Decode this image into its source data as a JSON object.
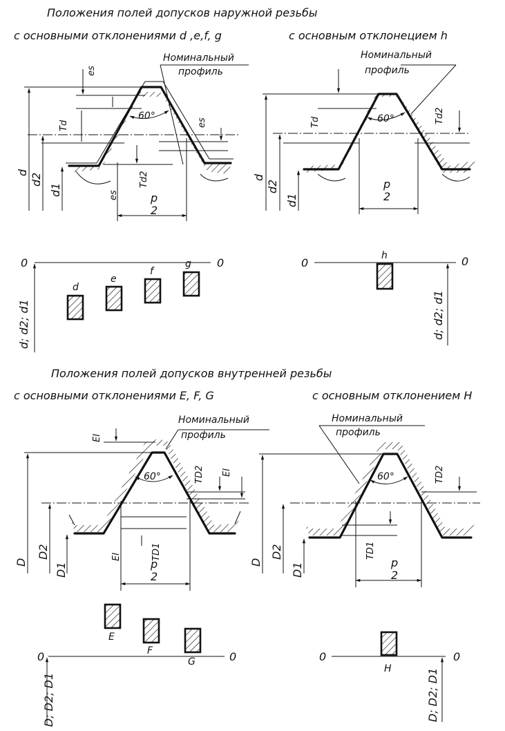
{
  "external": {
    "title": "Положения полей допусков наружной резьбы",
    "left_caption": "с основными отклонениями d ,e,f, g",
    "right_caption": "с основным отклонецием h",
    "nominal_left": [
      "Номинальный",
      "профиль"
    ],
    "nominal_right": [
      "Номинальный",
      "профиль"
    ],
    "angle": "60°",
    "labels": {
      "d": "d",
      "d2": "d2",
      "d1": "d1",
      "es": "es",
      "Td": "Td",
      "Td2": "Td2",
      "two": "2",
      "p": "p"
    },
    "zero": "0",
    "axis_label": "d; d2; d1",
    "fields_left": [
      "d",
      "e",
      "f",
      "g"
    ],
    "fields_right": [
      "h"
    ]
  },
  "internal": {
    "title": "Положения полей допусков внутренней резьбы",
    "left_caption": "с основными отклонениями E, F, G",
    "right_caption": "с основным отклонением H",
    "nominal_left": [
      "Номинальный",
      "профиль"
    ],
    "nominal_right": [
      "Номинальный",
      "профиль"
    ],
    "angle": "60°",
    "labels": {
      "D": "D",
      "D2": "D2",
      "D1": "D1",
      "EI": "EI",
      "TD1": "TD1",
      "TD2": "TD2",
      "two": "2",
      "p": "p"
    },
    "zero": "0",
    "axis_label": "D; D2; D1",
    "fields_left": [
      "E",
      "F",
      "G"
    ],
    "fields_right": [
      "H"
    ]
  }
}
